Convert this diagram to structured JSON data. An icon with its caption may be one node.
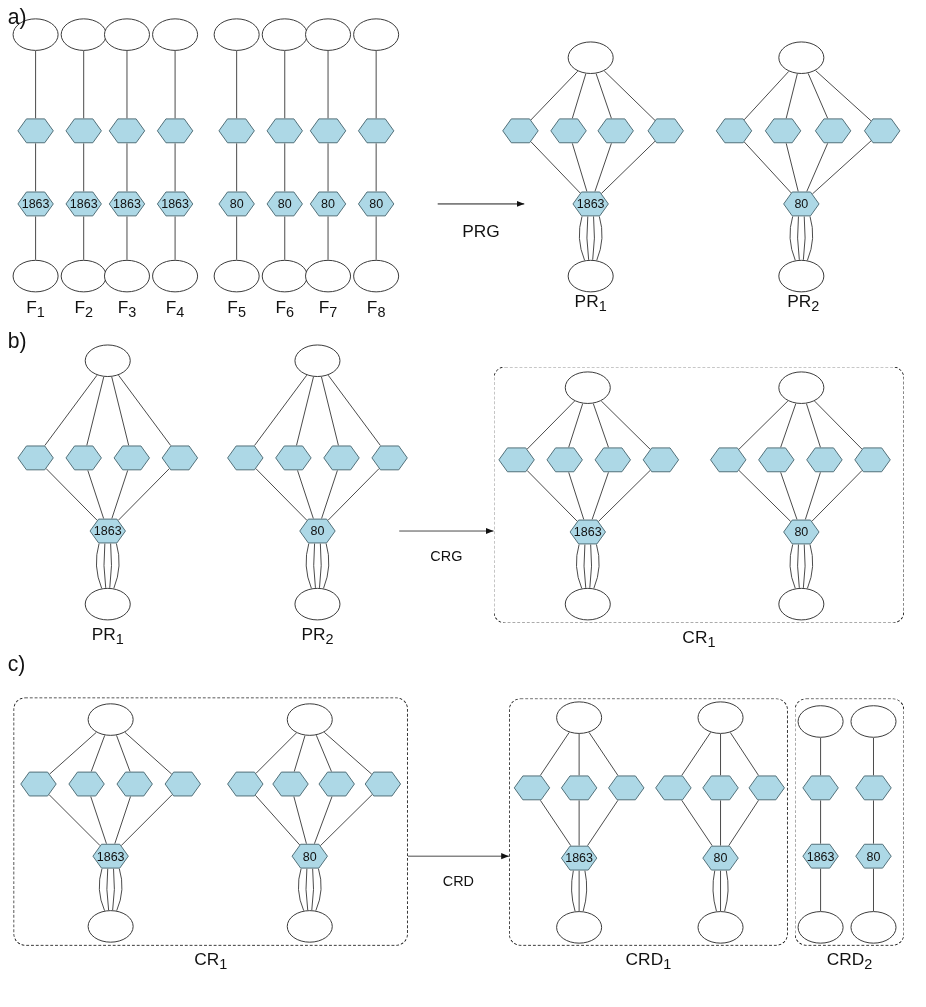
{
  "diagram": {
    "nodes": [
      {
        "text": [],
        "shape": "ellipse"
      },
      {
        "text": [],
        "shape": "hexagon"
      },
      {
        "text": [
          "1863"
        ]
      },
      {
        "text": [],
        "shape": "ellipse"
      },
      {
        "text": [],
        "shape": "ellipse"
      },
      {
        "text": [],
        "shape": "hexagon"
      },
      {
        "text": [
          "1863"
        ]
      },
      {
        "text": [],
        "shape": "ellipse"
      },
      {
        "text": [],
        "shape": "ellipse"
      },
      {
        "text": [],
        "shape": "hexagon"
      },
      {
        "text": [
          "1863"
        ]
      },
      {
        "text": [],
        "shape": "ellipse"
      },
      {
        "text": [],
        "shape": "ellipse"
      },
      {
        "text": [],
        "shape": "hexagon"
      },
      {
        "text": [
          "1863"
        ]
      },
      {
        "text": [],
        "shape": "ellipse"
      },
      {
        "text": [],
        "shape": "ellipse"
      },
      {
        "text": [],
        "shape": "hexagon"
      },
      {
        "text": [
          "80"
        ]
      },
      {
        "text": [],
        "shape": "ellipse"
      },
      {
        "text": [],
        "shape": "ellipse"
      },
      {
        "text": [],
        "shape": "hexagon"
      },
      {
        "text": [
          "80"
        ]
      },
      {
        "text": [],
        "shape": "ellipse"
      },
      {
        "text": [],
        "shape": "ellipse"
      },
      {
        "text": [],
        "shape": "hexagon"
      },
      {
        "text": [
          "80"
        ]
      },
      {
        "text": [],
        "shape": "ellipse"
      },
      {
        "text": [],
        "shape": "ellipse"
      },
      {
        "text": [],
        "shape": "hexagon"
      },
      {
        "text": [
          "80"
        ]
      },
      {
        "text": [],
        "shape": "ellipse"
      },
      {
        "text": [],
        "shape": "ellipse"
      },
      {
        "text": [],
        "shape": "hexagon"
      },
      {
        "text": [],
        "shape": "hexagon"
      },
      {
        "text": [],
        "shape": "hexagon"
      },
      {
        "text": [],
        "shape": "hexagon"
      },
      {
        "text": [
          "1863"
        ]
      },
      {
        "text": [],
        "shape": "ellipse"
      },
      {
        "text": [],
        "shape": "ellipse"
      },
      {
        "text": [],
        "shape": "hexagon"
      },
      {
        "text": [],
        "shape": "hexagon"
      },
      {
        "text": [],
        "shape": "hexagon"
      },
      {
        "text": [],
        "shape": "hexagon"
      },
      {
        "text": [
          "80"
        ]
      },
      {
        "text": [],
        "shape": "ellipse"
      },
      {
        "text": [],
        "shape": "ellipse"
      },
      {
        "text": [],
        "shape": "hexagon"
      },
      {
        "text": [],
        "shape": "hexagon"
      },
      {
        "text": [],
        "shape": "hexagon"
      },
      {
        "text": [],
        "shape": "hexagon"
      },
      {
        "text": [
          "1863"
        ]
      },
      {
        "text": [],
        "shape": "ellipse"
      },
      {
        "text": [],
        "shape": "ellipse"
      },
      {
        "text": [],
        "shape": "hexagon"
      },
      {
        "text": [],
        "shape": "hexagon"
      },
      {
        "text": [],
        "shape": "hexagon"
      },
      {
        "text": [],
        "shape": "hexagon"
      },
      {
        "text": [
          "80"
        ]
      },
      {
        "text": [],
        "shape": "ellipse"
      },
      {
        "text": [
          "CR$_{1}$"
        ]
      },
      {
        "text": [],
        "shape": "ellipse",
        "in": 60
      },
      {
        "text": [],
        "shape": "hexagon",
        "in": 60
      },
      {
        "text": [],
        "shape": "hexagon",
        "in": 60
      },
      {
        "text": [],
        "shape": "hexagon",
        "in": 60
      },
      {
        "text": [],
        "shape": "hexagon",
        "in": 60
      },
      {
        "text": [
          "1863"
        ],
        "in": 60
      },
      {
        "text": [],
        "shape": "ellipse",
        "in": 60
      },
      {
        "text": [],
        "shape": "ellipse",
        "in": 60
      },
      {
        "text": [],
        "shape": "hexagon",
        "in": 60
      },
      {
        "text": [],
        "shape": "hexagon",
        "in": 60
      },
      {
        "text": [],
        "shape": "hexagon",
        "in": 60
      },
      {
        "text": [],
        "shape": "hexagon",
        "in": 60
      },
      {
        "text": [
          "80"
        ],
        "in": 60
      },
      {
        "text": [],
        "shape": "ellipse",
        "in": 60
      },
      {
        "text": [
          "CR$_{1}$"
        ]
      },
      {
        "text": [],
        "shape": "ellipse",
        "in": 75
      },
      {
        "text": [],
        "shape": "hexagon",
        "in": 75
      },
      {
        "text": [],
        "shape": "hexagon",
        "in": 75
      },
      {
        "text": [],
        "shape": "hexagon",
        "in": 75
      },
      {
        "text": [],
        "shape": "hexagon",
        "in": 75
      },
      {
        "text": [
          "1863"
        ],
        "in": 75
      },
      {
        "text": [],
        "shape": "ellipse",
        "in": 75
      },
      {
        "text": [],
        "shape": "ellipse",
        "in": 75
      },
      {
        "text": [],
        "shape": "hexagon",
        "in": 75
      },
      {
        "text": [],
        "shape": "hexagon",
        "in": 75
      },
      {
        "text": [],
        "shape": "hexagon",
        "in": 75
      },
      {
        "text": [],
        "shape": "hexagon",
        "in": 75
      },
      {
        "text": [
          "80"
        ],
        "in": 75
      },
      {
        "text": [],
        "shape": "ellipse",
        "in": 75
      },
      {
        "text": [
          "CRD$_{1}$"
        ]
      },
      {
        "text": [],
        "shape": "ellipse",
        "in": 90
      },
      {
        "text": [],
        "shape": "hexagon",
        "in": 90
      },
      {
        "text": [],
        "shape": "hexagon",
        "in": 90
      },
      {
        "text": [],
        "shape": "hexagon",
        "in": 90
      },
      {
        "text": [
          "1863"
        ],
        "in": 90
      },
      {
        "text": [],
        "shape": "ellipse",
        "in": 90
      },
      {
        "text": [],
        "shape": "ellipse",
        "in": 90
      },
      {
        "text": [],
        "shape": "hexagon",
        "in": 90
      },
      {
        "text": [],
        "shape": "hexagon",
        "in": 90
      },
      {
        "text": [],
        "shape": "hexagon",
        "in": 90
      },
      {
        "text": [
          "80"
        ],
        "in": 90
      },
      {
        "text": [],
        "shape": "ellipse",
        "in": 90
      },
      {
        "text": [
          "CRD$_{2}$"
        ]
      },
      {
        "text": [],
        "shape": "ellipse",
        "in": 103
      },
      {
        "text": [],
        "shape": "hexagon",
        "in": 103
      },
      {
        "text": [
          "1863"
        ],
        "in": 103
      },
      {
        "text": [],
        "shape": "ellipse",
        "in": 103
      },
      {
        "text": [],
        "shape": "ellipse",
        "in": 103
      },
      {
        "text": [],
        "shape": "hexagon",
        "in": 103
      },
      {
        "text": [
          "80"
        ],
        "in": 103
      },
      {
        "text": [],
        "shape": "ellipse",
        "in": 103
      }
    ],
    "edges": [
      {
        "from": 0,
        "to": 1,
        "arrow": "none"
      },
      {
        "from": 1,
        "to": 2,
        "arrow": "none"
      },
      {
        "from": 2,
        "to": 3,
        "arrow": "none"
      },
      {
        "from": 4,
        "to": 5,
        "arrow": "none"
      },
      {
        "from": 5,
        "to": 6,
        "arrow": "none"
      },
      {
        "from": 6,
        "to": 7,
        "arrow": "none"
      },
      {
        "from": 8,
        "to": 9,
        "arrow": "none"
      },
      {
        "from": 9,
        "to": 10,
        "arrow": "none"
      },
      {
        "from": 10,
        "to": 11,
        "arrow": "none"
      },
      {
        "from": 12,
        "to": 13,
        "arrow": "none"
      },
      {
        "from": 13,
        "to": 14,
        "arrow": "none"
      },
      {
        "from": 14,
        "to": 15,
        "arrow": "none"
      },
      {
        "from": 16,
        "to": 17,
        "arrow": "none"
      },
      {
        "from": 17,
        "to": 18,
        "arrow": "none"
      },
      {
        "from": 18,
        "to": 19,
        "arrow": "none"
      },
      {
        "from": 20,
        "to": 21,
        "arrow": "none"
      },
      {
        "from": 21,
        "to": 22,
        "arrow": "none"
      },
      {
        "from": 22,
        "to": 23,
        "arrow": "none"
      },
      {
        "from": 24,
        "to": 25,
        "arrow": "none"
      },
      {
        "from": 25,
        "to": 26,
        "arrow": "none"
      },
      {
        "from": 26,
        "to": 27,
        "arrow": "none"
      },
      {
        "from": 28,
        "to": 29,
        "arrow": "none"
      },
      {
        "from": 29,
        "to": 30,
        "arrow": "none"
      },
      {
        "from": 30,
        "to": 31,
        "arrow": "none"
      },
      {
        "from": 32,
        "to": 33,
        "arrow": "none"
      },
      {
        "from": 32,
        "to": 34,
        "arrow": "none"
      },
      {
        "from": 32,
        "to": 35,
        "arrow": "none"
      },
      {
        "from": 32,
        "to": 36,
        "arrow": "none"
      },
      {
        "from": 33,
        "to": 37,
        "arrow": "none"
      },
      {
        "from": 34,
        "to": 37,
        "arrow": "none"
      },
      {
        "from": 35,
        "to": 37,
        "arrow": "none"
      },
      {
        "from": 36,
        "to": 37,
        "arrow": "none"
      },
      {
        "from": 37,
        "to": 38,
        "arrow": "none"
      },
      {
        "from": 37,
        "to": 38,
        "arrow": "none"
      },
      {
        "from": 37,
        "to": 38,
        "arrow": "none"
      },
      {
        "from": 37,
        "to": 38,
        "arrow": "none"
      },
      {
        "from": 39,
        "to": 40,
        "arrow": "none"
      },
      {
        "from": 39,
        "to": 41,
        "arrow": "none"
      },
      {
        "from": 39,
        "to": 42,
        "arrow": "none"
      },
      {
        "from": 39,
        "to": 43,
        "arrow": "none"
      },
      {
        "from": 40,
        "to": 44,
        "arrow": "none"
      },
      {
        "from": 41,
        "to": 44,
        "arrow": "none"
      },
      {
        "from": 42,
        "to": 44,
        "arrow": "none"
      },
      {
        "from": 43,
        "to": 44,
        "arrow": "none"
      },
      {
        "from": 44,
        "to": 45,
        "arrow": "none"
      },
      {
        "from": 44,
        "to": 45,
        "arrow": "none"
      },
      {
        "from": 44,
        "to": 45,
        "arrow": "none"
      },
      {
        "from": 44,
        "to": 45,
        "arrow": "none"
      },
      {
        "from": 46,
        "to": 47,
        "arrow": "none"
      },
      {
        "from": 46,
        "to": 48,
        "arrow": "none"
      },
      {
        "from": 46,
        "to": 49,
        "arrow": "none"
      },
      {
        "from": 46,
        "to": 50,
        "arrow": "none"
      },
      {
        "from": 47,
        "to": 51,
        "arrow": "none"
      },
      {
        "from": 48,
        "to": 51,
        "arrow": "none"
      },
      {
        "from": 49,
        "to": 51,
        "arrow": "none"
      },
      {
        "from": 50,
        "to": 51,
        "arrow": "none"
      },
      {
        "from": 51,
        "to": 52,
        "arrow": "none"
      },
      {
        "from": 51,
        "to": 52,
        "arrow": "none"
      },
      {
        "from": 51,
        "to": 52,
        "arrow": "none"
      },
      {
        "from": 51,
        "to": 52,
        "arrow": "none"
      },
      {
        "from": 53,
        "to": 54,
        "arrow": "none"
      },
      {
        "from": 53,
        "to": 55,
        "arrow": "none"
      },
      {
        "from": 53,
        "to": 56,
        "arrow": "none"
      },
      {
        "from": 53,
        "to": 57,
        "arrow": "none"
      },
      {
        "from": 54,
        "to": 58,
        "arrow": "none"
      },
      {
        "from": 55,
        "to": 58,
        "arrow": "none"
      },
      {
        "from": 56,
        "to": 58,
        "arrow": "none"
      },
      {
        "from": 57,
        "to": 58,
        "arrow": "none"
      },
      {
        "from": 58,
        "to": 59,
        "arrow": "none"
      },
      {
        "from": 58,
        "to": 59,
        "arrow": "none"
      },
      {
        "from": 58,
        "to": 59,
        "arrow": "none"
      },
      {
        "from": 58,
        "to": 59,
        "arrow": "none"
      },
      {
        "from": 61,
        "to": 62,
        "arrow": "none"
      },
      {
        "from": 61,
        "to": 63,
        "arrow": "none"
      },
      {
        "from": 61,
        "to": 64,
        "arrow": "none"
      },
      {
        "from": 61,
        "to": 65,
        "arrow": "none"
      },
      {
        "from": 62,
        "to": 66,
        "arrow": "none"
      },
      {
        "from": 63,
        "to": 66,
        "arrow": "none"
      },
      {
        "from": 64,
        "to": 66,
        "arrow": "none"
      },
      {
        "from": 65,
        "to": 66,
        "arrow": "none"
      },
      {
        "from": 66,
        "to": 67,
        "arrow": "none"
      },
      {
        "from": 66,
        "to": 67,
        "arrow": "none"
      },
      {
        "from": 66,
        "to": 67,
        "arrow": "none"
      },
      {
        "from": 66,
        "to": 67,
        "arrow": "none"
      },
      {
        "from": 68,
        "to": 69,
        "arrow": "none"
      },
      {
        "from": 68,
        "to": 70,
        "arrow": "none"
      },
      {
        "from": 68,
        "to": 71,
        "arrow": "none"
      },
      {
        "from": 68,
        "to": 72,
        "arrow": "none"
      },
      {
        "from": 69,
        "to": 73,
        "arrow": "none"
      },
      {
        "from": 70,
        "to": 73,
        "arrow": "none"
      },
      {
        "from": 71,
        "to": 73,
        "arrow": "none"
      },
      {
        "from": 72,
        "to": 73,
        "arrow": "none"
      },
      {
        "from": 73,
        "to": 74,
        "arrow": "none"
      },
      {
        "from": 73,
        "to": 74,
        "arrow": "none"
      },
      {
        "from": 73,
        "to": 74,
        "arrow": "none"
      },
      {
        "from": 73,
        "to": 74,
        "arrow": "none"
      },
      {
        "from": 76,
        "to": 77,
        "arrow": "none"
      },
      {
        "from": 76,
        "to": 78,
        "arrow": "none"
      },
      {
        "from": 76,
        "to": 79,
        "arrow": "none"
      },
      {
        "from": 76,
        "to": 80,
        "arrow": "none"
      },
      {
        "from": 77,
        "to": 81,
        "arrow": "none"
      },
      {
        "from": 78,
        "to": 81,
        "arrow": "none"
      },
      {
        "from": 79,
        "to": 81,
        "arrow": "none"
      },
      {
        "from": 80,
        "to": 81,
        "arrow": "none"
      },
      {
        "from": 81,
        "to": 82,
        "arrow": "none"
      },
      {
        "from": 81,
        "to": 82,
        "arrow": "none"
      },
      {
        "from": 81,
        "to": 82,
        "arrow": "none"
      },
      {
        "from": 81,
        "to": 82,
        "arrow": "none"
      },
      {
        "from": 83,
        "to": 84,
        "arrow": "none"
      },
      {
        "from": 83,
        "to": 85,
        "arrow": "none"
      },
      {
        "from": 83,
        "to": 86,
        "arrow": "none"
      },
      {
        "from": 83,
        "to": 87,
        "arrow": "none"
      },
      {
        "from": 84,
        "to": 88,
        "arrow": "none"
      },
      {
        "from": 85,
        "to": 88,
        "arrow": "none"
      },
      {
        "from": 86,
        "to": 88,
        "arrow": "none"
      },
      {
        "from": 87,
        "to": 88,
        "arrow": "none"
      },
      {
        "from": 88,
        "to": 89,
        "arrow": "none"
      },
      {
        "from": 88,
        "to": 89,
        "arrow": "none"
      },
      {
        "from": 88,
        "to": 89,
        "arrow": "none"
      },
      {
        "from": 88,
        "to": 89,
        "arrow": "none"
      },
      {
        "from": 91,
        "to": 92,
        "arrow": "none"
      },
      {
        "from": 91,
        "to": 93,
        "arrow": "none"
      },
      {
        "from": 91,
        "to": 94,
        "arrow": "none"
      },
      {
        "from": 92,
        "to": 95,
        "arrow": "none"
      },
      {
        "from": 93,
        "to": 95,
        "arrow": "none"
      },
      {
        "from": 94,
        "to": 95,
        "arrow": "none"
      },
      {
        "from": 95,
        "to": 96,
        "arrow": "none"
      },
      {
        "from": 95,
        "to": 96,
        "arrow": "none"
      },
      {
        "from": 95,
        "to": 96,
        "arrow": "none"
      },
      {
        "from": 97,
        "to": 98,
        "arrow": "none"
      },
      {
        "from": 97,
        "to": 99,
        "arrow": "none"
      },
      {
        "from": 97,
        "to": 100,
        "arrow": "none"
      },
      {
        "from": 98,
        "to": 101,
        "arrow": "none"
      },
      {
        "from": 99,
        "to": 101,
        "arrow": "none"
      },
      {
        "from": 100,
        "to": 101,
        "arrow": "none"
      },
      {
        "from": 101,
        "to": 102,
        "arrow": "none"
      },
      {
        "from": 101,
        "to": 102,
        "arrow": "none"
      },
      {
        "from": 101,
        "to": 102,
        "arrow": "none"
      },
      {
        "from": 104,
        "to": 105,
        "arrow": "none"
      },
      {
        "from": 105,
        "to": 106,
        "arrow": "none"
      },
      {
        "from": 106,
        "to": 107,
        "arrow": "none"
      },
      {
        "from": 108,
        "to": 109,
        "arrow": "none"
      },
      {
        "from": 109,
        "to": 110,
        "arrow": "none"
      },
      {
        "from": 110,
        "to": 111,
        "arrow": "none"
      },
      {
        "from": null,
        "to": 60,
        "arrow": "to",
        "label": "CRG"
      },
      {
        "from": 75,
        "to": 90,
        "arrow": "to",
        "label": "CRD"
      }
    ],
    "labels": [
      "a)",
      "F$_{1}$",
      "F$_{2}$",
      "F$_{3}$",
      "F$_{4}$",
      "F$_{5}$",
      "F$_{6}$",
      "F$_{7}$",
      "F$_{8}$",
      "PRG",
      "PR$_{1}$",
      "PR$_{2}$",
      "b)",
      "PR$_{1}$",
      "PR$_{2}$",
      "c)"
    ]
  }
}
